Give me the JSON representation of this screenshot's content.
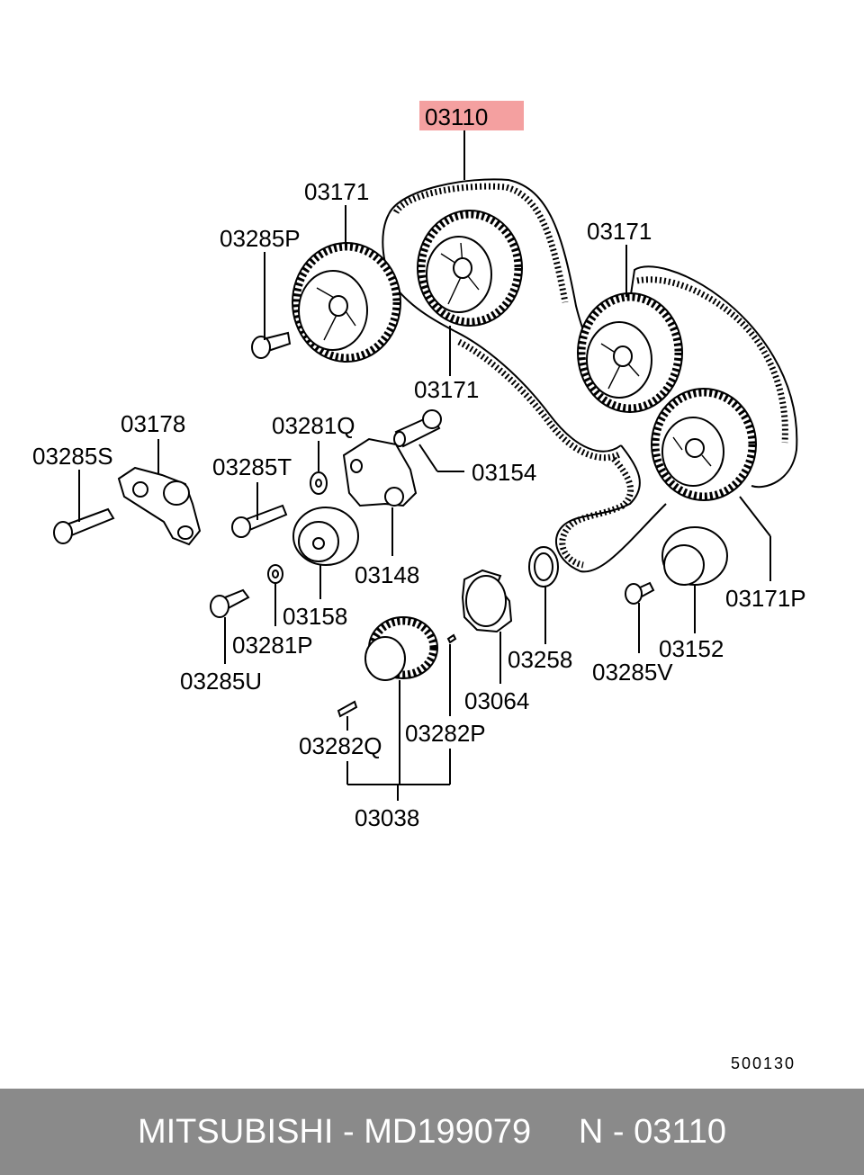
{
  "highlight": {
    "label": "03110",
    "color": "#f4a0a0"
  },
  "labels": {
    "p03171_a": "03171",
    "p03285P": "03285P",
    "p03171_b": "03171",
    "p03171_c": "03171",
    "p03178": "03178",
    "p03285S": "03285S",
    "p03281Q": "03281Q",
    "p03285T": "03285T",
    "p03154": "03154",
    "p03148": "03148",
    "p03158": "03158",
    "p03281P": "03281P",
    "p03285U": "03285U",
    "p03171P": "03171P",
    "p03258": "03258",
    "p03152": "03152",
    "p03285V": "03285V",
    "p03064": "03064",
    "p03282P": "03282P",
    "p03282Q": "03282Q",
    "p03038": "03038"
  },
  "diagram_code": "500130",
  "footer": {
    "brand": "MITSUBISHI",
    "sep1": " - ",
    "part_number": "MD199079",
    "gap": "     ",
    "position": "N",
    "sep2": " - ",
    "ref": "03110"
  }
}
